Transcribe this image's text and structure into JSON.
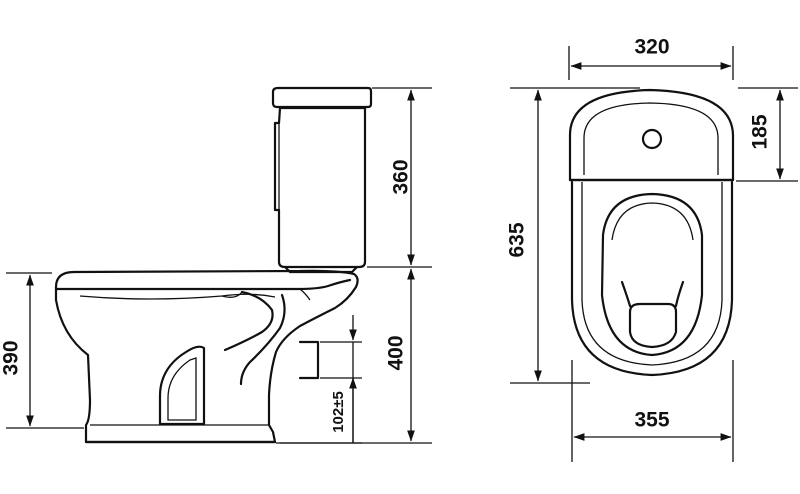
{
  "drawing": {
    "dimensions": {
      "tank_height": "360",
      "bowl_height": "400",
      "rim_height": "390",
      "outlet_height": "102±5",
      "total_depth": "635",
      "tank_depth": "185",
      "tank_width": "320",
      "base_width": "355"
    }
  }
}
